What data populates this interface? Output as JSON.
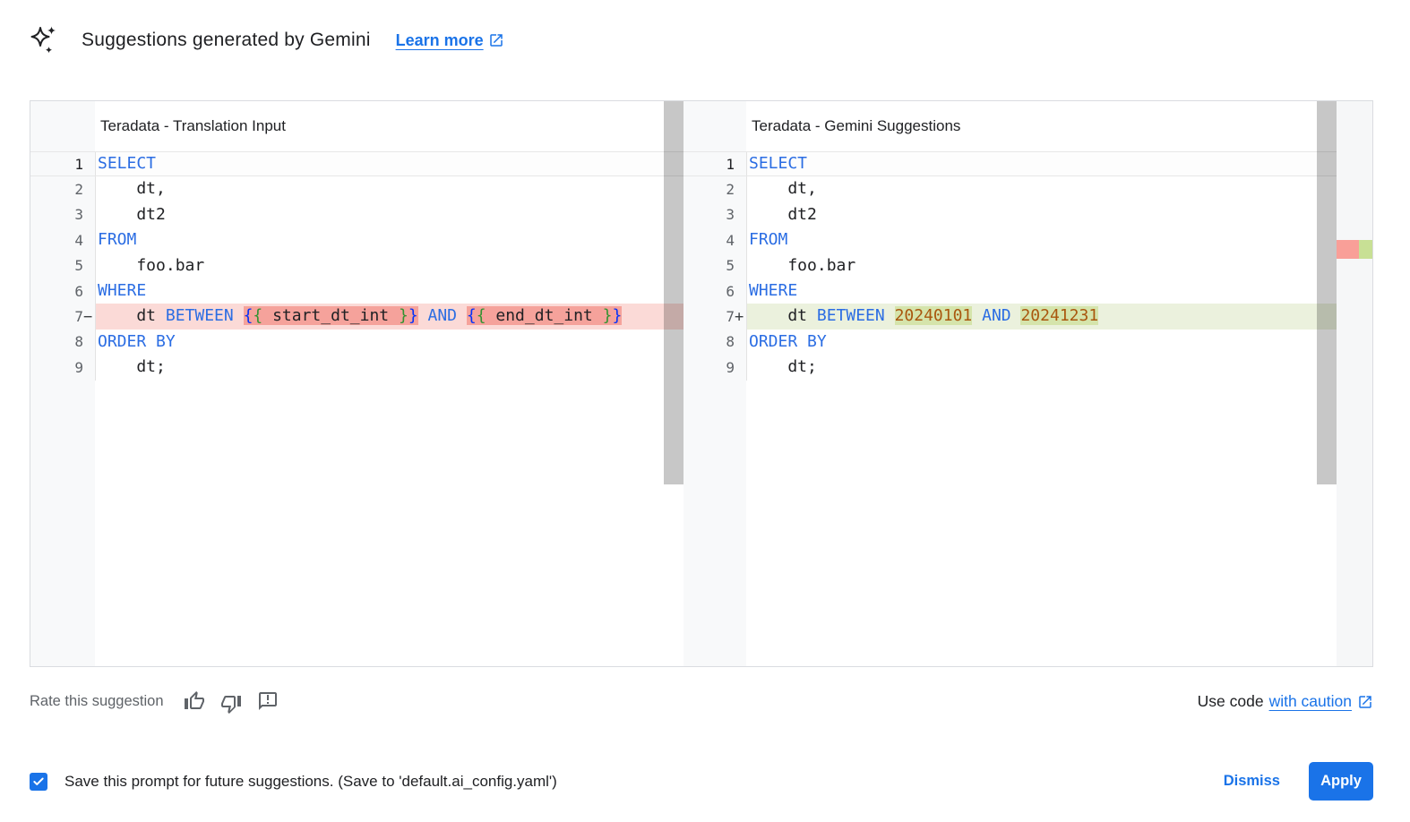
{
  "header": {
    "title": "Suggestions generated by Gemini",
    "learn_more_label": "Learn more"
  },
  "panels": {
    "left": {
      "title": "Teradata - Translation Input",
      "lines": [
        {
          "num": "1",
          "sign": "",
          "kind": "current",
          "segs": [
            [
              "SELECT",
              "k"
            ]
          ]
        },
        {
          "num": "2",
          "sign": "",
          "kind": "",
          "segs": [
            [
              "    dt,",
              "t"
            ]
          ]
        },
        {
          "num": "3",
          "sign": "",
          "kind": "",
          "segs": [
            [
              "    dt2",
              "t"
            ]
          ]
        },
        {
          "num": "4",
          "sign": "",
          "kind": "",
          "segs": [
            [
              "FROM",
              "k"
            ]
          ]
        },
        {
          "num": "5",
          "sign": "",
          "kind": "",
          "segs": [
            [
              "    foo.bar",
              "t"
            ]
          ]
        },
        {
          "num": "6",
          "sign": "",
          "kind": "",
          "segs": [
            [
              "WHERE",
              "k"
            ]
          ]
        },
        {
          "num": "7",
          "sign": "−",
          "kind": "removed",
          "segs": [
            [
              "    dt ",
              "t"
            ],
            [
              "BETWEEN",
              "k"
            ],
            [
              " ",
              "t"
            ],
            [
              "{",
              "b1",
              1
            ],
            [
              "{",
              "b2",
              1
            ],
            [
              " start_dt_int ",
              "t",
              1
            ],
            [
              "}",
              "b2",
              1
            ],
            [
              "}",
              "b1",
              1
            ],
            [
              " ",
              "t"
            ],
            [
              "AND",
              "k"
            ],
            [
              " ",
              "t"
            ],
            [
              "{",
              "b1",
              1
            ],
            [
              "{",
              "b2",
              1
            ],
            [
              " end_dt_int ",
              "t",
              1
            ],
            [
              "}",
              "b2",
              1
            ],
            [
              "}",
              "b1",
              1
            ]
          ]
        },
        {
          "num": "8",
          "sign": "",
          "kind": "",
          "segs": [
            [
              "ORDER BY",
              "k"
            ]
          ]
        },
        {
          "num": "9",
          "sign": "",
          "kind": "",
          "segs": [
            [
              "    dt;",
              "t"
            ]
          ]
        }
      ]
    },
    "right": {
      "title": "Teradata - Gemini Suggestions",
      "lines": [
        {
          "num": "1",
          "sign": "",
          "kind": "current",
          "segs": [
            [
              "SELECT",
              "k"
            ]
          ]
        },
        {
          "num": "2",
          "sign": "",
          "kind": "",
          "segs": [
            [
              "    dt,",
              "t"
            ]
          ]
        },
        {
          "num": "3",
          "sign": "",
          "kind": "",
          "segs": [
            [
              "    dt2",
              "t"
            ]
          ]
        },
        {
          "num": "4",
          "sign": "",
          "kind": "",
          "segs": [
            [
              "FROM",
              "k"
            ]
          ]
        },
        {
          "num": "5",
          "sign": "",
          "kind": "",
          "segs": [
            [
              "    foo.bar",
              "t"
            ]
          ]
        },
        {
          "num": "6",
          "sign": "",
          "kind": "",
          "segs": [
            [
              "WHERE",
              "k"
            ]
          ]
        },
        {
          "num": "7",
          "sign": "+",
          "kind": "added",
          "segs": [
            [
              "    dt ",
              "t"
            ],
            [
              "BETWEEN",
              "k"
            ],
            [
              " ",
              "t"
            ],
            [
              "20240101",
              "n",
              1
            ],
            [
              " ",
              "t"
            ],
            [
              "AND",
              "k"
            ],
            [
              " ",
              "t"
            ],
            [
              "20241231",
              "n",
              1
            ]
          ]
        },
        {
          "num": "8",
          "sign": "",
          "kind": "",
          "segs": [
            [
              "ORDER BY",
              "k"
            ]
          ]
        },
        {
          "num": "9",
          "sign": "",
          "kind": "",
          "segs": [
            [
              "    dt;",
              "t"
            ]
          ]
        }
      ]
    }
  },
  "rate": {
    "label": "Rate this suggestion"
  },
  "use_code": {
    "prefix": "Use code",
    "link_label": "with caution"
  },
  "save_prompt": {
    "checked": true,
    "label": "Save this prompt for future suggestions. (Save to 'default.ai_config.yaml')"
  },
  "actions": {
    "dismiss_label": "Dismiss",
    "apply_label": "Apply"
  },
  "colors": {
    "accent_blue": "#1a73e8",
    "keyword_blue": "#2b6de3",
    "number_orange": "#a9570e",
    "bracket_outer_blue": "#0431fa",
    "bracket_inner_green": "#319331",
    "removed_line_bg": "#fbdad7",
    "removed_word_bg": "#f5a29b",
    "added_line_bg": "#ebf1dd",
    "added_word_bg": "#d5e4ab",
    "overview_removed": "#f99f98",
    "overview_added": "#c8e095"
  }
}
